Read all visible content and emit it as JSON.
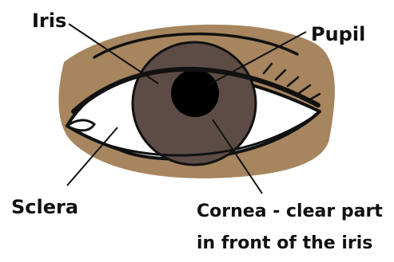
{
  "diagram": {
    "labels": {
      "iris": "Iris",
      "pupil": "Pupil",
      "sclera": "Sclera",
      "cornea_line1": "Cornea - clear part",
      "cornea_line2": "in front of the iris"
    },
    "colors": {
      "skin": "#a6855f",
      "iris": "#5d4c45",
      "pupil": "#000000",
      "sclera": "#ffffff",
      "outline": "#111111"
    }
  }
}
